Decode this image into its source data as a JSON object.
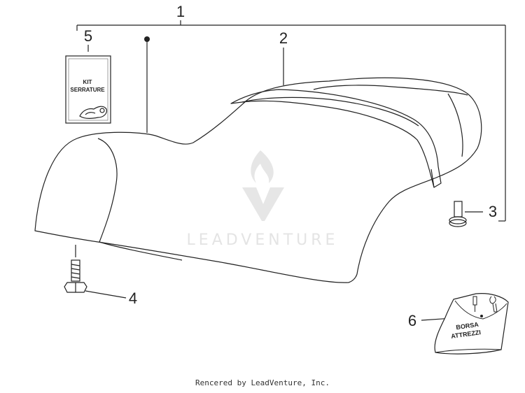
{
  "callouts": {
    "c1": "1",
    "c2": "2",
    "c3": "3",
    "c4": "4",
    "c5": "5",
    "c6": "6"
  },
  "parts": {
    "kit_label_line1": "KIT",
    "kit_label_line2": "SERRATURE",
    "bag_label_line1": "BORSA",
    "bag_label_line2": "ATTREZZI"
  },
  "watermark": {
    "brand": "LEADVENTURE"
  },
  "footer": {
    "credit": "Rencered by LeadVenture, Inc."
  },
  "colors": {
    "line": "#222222",
    "watermark": "#e4e4e4"
  }
}
